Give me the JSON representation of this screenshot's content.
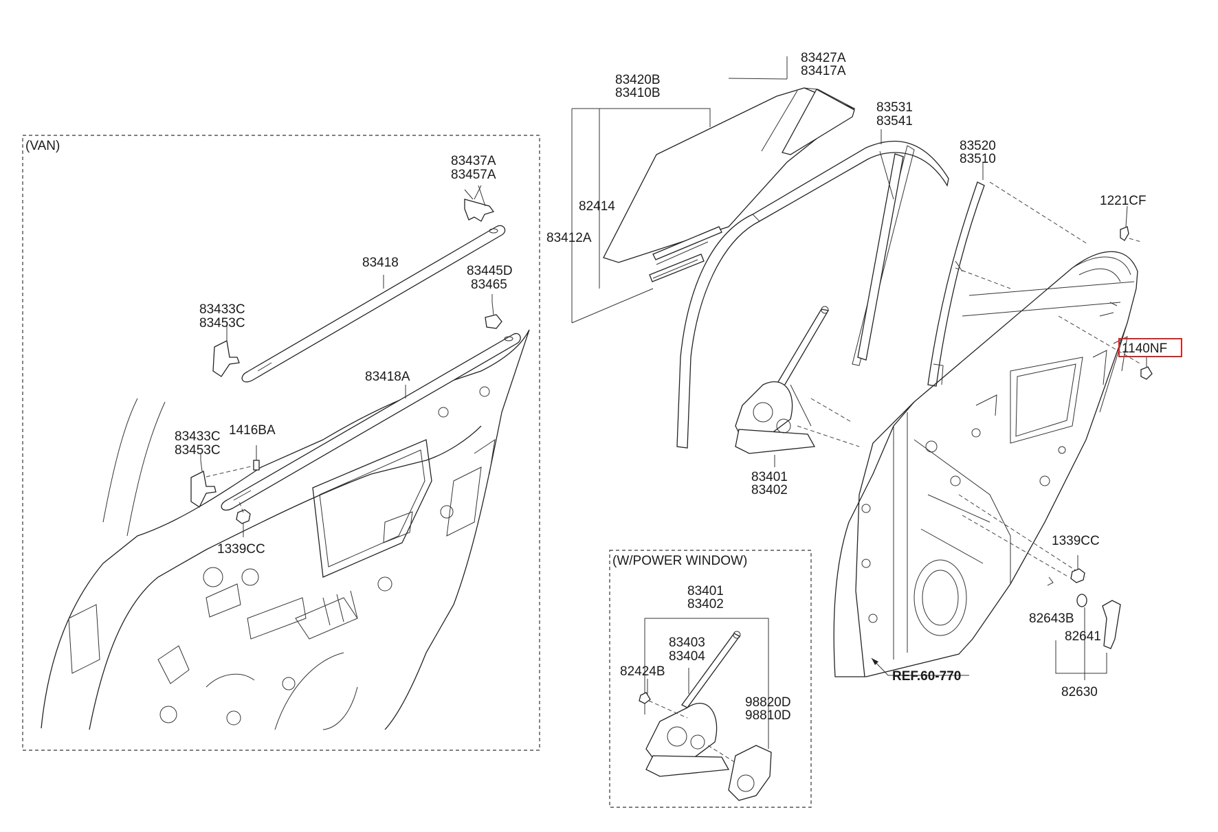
{
  "callouts": {
    "van_label": "(VAN)",
    "power_window_label": "(W/POWER WINDOW)",
    "p83427A": "83427A",
    "p83417A": "83417A",
    "p83420B": "83420B",
    "p83410B": "83410B",
    "p83531": "83531",
    "p83541": "83541",
    "p83520": "83520",
    "p83510": "83510",
    "p1221CF": "1221CF",
    "p82414": "82414",
    "p83412A": "83412A",
    "p1140NF": "1140NF",
    "p83401_main": "83401",
    "p83402_main": "83402",
    "p1339CC_right": "1339CC",
    "p82643B": "82643B",
    "p82641": "82641",
    "p82630": "82630",
    "ref": "REF.60-770",
    "p83437A": "83437A",
    "p83457A": "83457A",
    "p83418": "83418",
    "p83445D": "83445D",
    "p83465": "83465",
    "p83433C_top": "83433C",
    "p83453C_top": "83453C",
    "p83418A": "83418A",
    "p83433C_bottom": "83433C",
    "p83453C_bottom": "83453C",
    "p1416BA": "1416BA",
    "p1339CC_left": "1339CC",
    "p83401_pw": "83401",
    "p83402_pw": "83402",
    "p83403": "83403",
    "p83404": "83404",
    "p82424B": "82424B",
    "p98820D": "98820D",
    "p98810D": "98810D"
  },
  "highlight": {
    "part": "1140NF",
    "color": "#e02020"
  }
}
